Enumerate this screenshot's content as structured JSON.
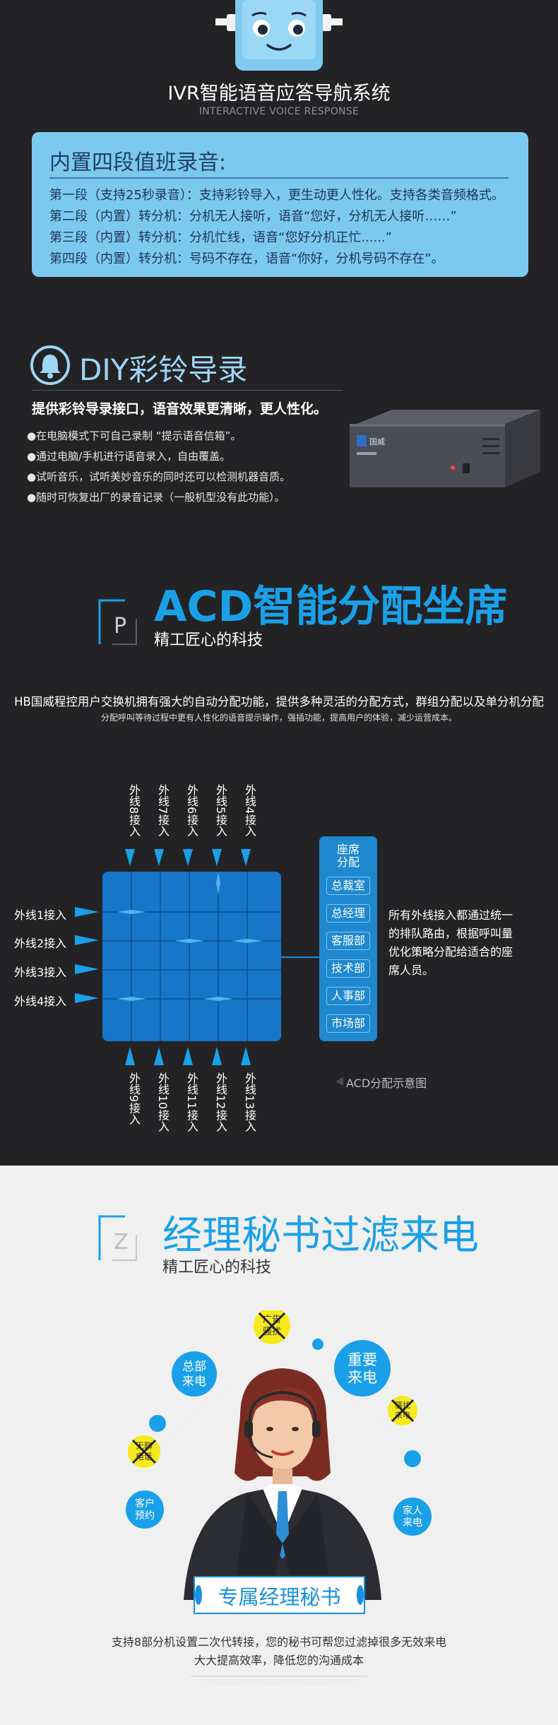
{
  "ivr": {
    "title": "IVR智能语音应答导航系统",
    "subtitle": "INTERACTIVE VOICE RESPONSE",
    "card_title": "内置四段值班录音:",
    "rows": [
      "第一段（支持25秒录音）：支持彩铃导入，更生动更人性化。支持各类音频格式。",
      "第二段（内置）转分机：分机无人接听，语音“您好，分机无人接听……”",
      "第三段（内置）转分机：分机忙线，语音“您好分机正忙......”",
      "第四段（内置）转分机：号码不存在，语音“你好，分机号码不存在”。"
    ]
  },
  "diy": {
    "title": "DIY彩铃导录",
    "subtitle": "提供彩铃导录接口，语音效果更清晰，更人性化。",
    "items": [
      "●在电脑模式下可自己录制 “提示语音信箱”。",
      "●通过电脑/手机进行语音录入，自由覆盖。",
      "●试听音乐，试听美妙音乐的同时还可以检测机器音质。",
      "●随时可恢复出厂的录音记录（一般机型没有此功能）。"
    ],
    "device_brand": "国威"
  },
  "acd": {
    "letter": "P",
    "title": "ACD智能分配坐席",
    "subtitle": "精工匠心的科技",
    "desc1": "HB国威程控用户交换机拥有强大的自动分配功能，提供多种灵活的分配方式，群组分配以及单分机分配",
    "desc2": "分配呼叫等待过程中更有人性化的语音提示操作，强插功能，提高用户的体验，减少运营成本。",
    "top_labels": [
      "外线8接入",
      "外线7接入",
      "外线6接入",
      "外线5接入",
      "外线4接入"
    ],
    "left_labels": [
      "外线1接入",
      "外线2接入",
      "外线3接入",
      "外线4接入"
    ],
    "bottom_labels": [
      "外线9接入",
      "外线10接入",
      "外线11接入",
      "外线12接入",
      "外线13接入"
    ],
    "seat_header": "座席\n分配",
    "seats": [
      "总裁室",
      "总经理",
      "客服部",
      "技术部",
      "人事部",
      "市场部"
    ],
    "seat_desc": "所有外线接入都通过统一的排队路由，根据呼叫量优化策略分配给适合的座席人员。",
    "caption": "ACD分配示意图"
  },
  "manager": {
    "letter": "Z",
    "title": "经理秘书过滤来电",
    "subtitle": "精工匠心的科技",
    "bubbles": {
      "ad": "广告\n骚扰",
      "hq": "总部\n来电",
      "important": "重要\n来电",
      "harass": "骚扰\n来电",
      "unknown": "无聊\n电话",
      "client": "客户\n预约",
      "family": "家人\n来电"
    },
    "banner": "专属经理秘书",
    "line1": "支持8部分机设置二次代转接，您的秘书可帮您过滤掉很多无效来电",
    "line2": "大大提高效率，降低您的沟通成本"
  },
  "colors": {
    "dark_bg": "#232326",
    "accent_blue": "#1aa0e8",
    "card_blue": "#7cc9ef",
    "grid_blue": "#1676c9",
    "light_bg": "#f0f0f0",
    "yellow": "#f6ea1c"
  }
}
